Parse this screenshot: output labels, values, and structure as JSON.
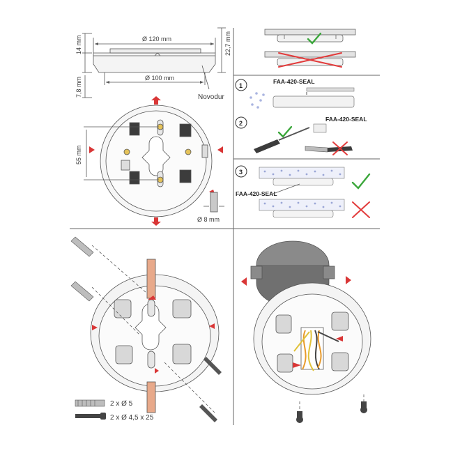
{
  "top_left": {
    "dim_outer_diameter": "Ø 120 mm",
    "dim_inner_diameter": "Ø 100 mm",
    "dim_height_left": "14 mm",
    "dim_height_total": "22,7 mm",
    "dim_base_height": "7,8 mm",
    "material_label": "Novodur",
    "dim_hole_spacing": "55 mm",
    "dim_screw_diameter": "Ø 8 mm"
  },
  "top_right": {
    "steps": [
      {
        "number": "1",
        "label": "FAA-420-SEAL"
      },
      {
        "number": "2",
        "label": "FAA-420-SEAL"
      },
      {
        "number": "3",
        "label": "FAA-420-SEAL"
      }
    ]
  },
  "bottom_left": {
    "legend": [
      {
        "label": "2 x Ø 5"
      },
      {
        "label": "2 x Ø 4,5 x 25"
      }
    ]
  },
  "colors": {
    "line": "#555555",
    "check": "#3aa63a",
    "cross": "#e23b3b",
    "red_clip": "#d93636",
    "seal_dots": "#9aa6d6",
    "wire_orange": "#e89a2b",
    "wire_yellow": "#e0c23a"
  }
}
